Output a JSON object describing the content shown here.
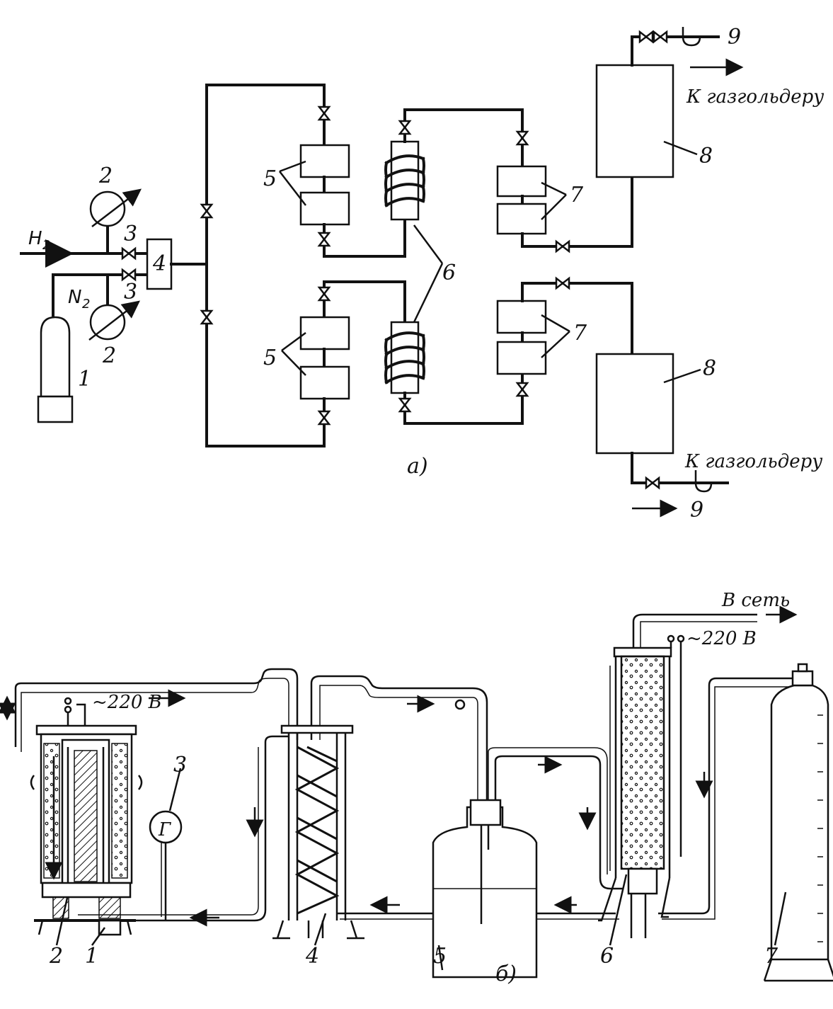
{
  "diagram_a": {
    "caption": "a)",
    "inputs": {
      "h2": "H",
      "h2_sub": "2",
      "n2": "N",
      "n2_sub": "2"
    },
    "labels": {
      "cylinder": "1",
      "gauge_top": "2",
      "gauge_bottom": "2",
      "valve_top": "3",
      "valve_bottom": "3",
      "mixer": "4",
      "dryers_top": "5",
      "dryers_bottom": "5",
      "coils": "6",
      "absorbers_top": "7",
      "absorbers_bottom": "7",
      "receiver_top": "8",
      "receiver_bottom": "8",
      "outlet_top": "9",
      "outlet_bottom": "9"
    },
    "destination_top": "К газгольдеру",
    "destination_bottom": "К газгольдеру"
  },
  "diagram_b": {
    "caption": "б)",
    "network": "В сеть",
    "voltage_left": "~220 В",
    "voltage_right": "~220 В",
    "meter_symbol": "Г",
    "labels": {
      "l1": "1",
      "l2": "2",
      "l3": "3",
      "l4": "4",
      "l5": "5",
      "l6": "6",
      "l7": "7"
    }
  }
}
